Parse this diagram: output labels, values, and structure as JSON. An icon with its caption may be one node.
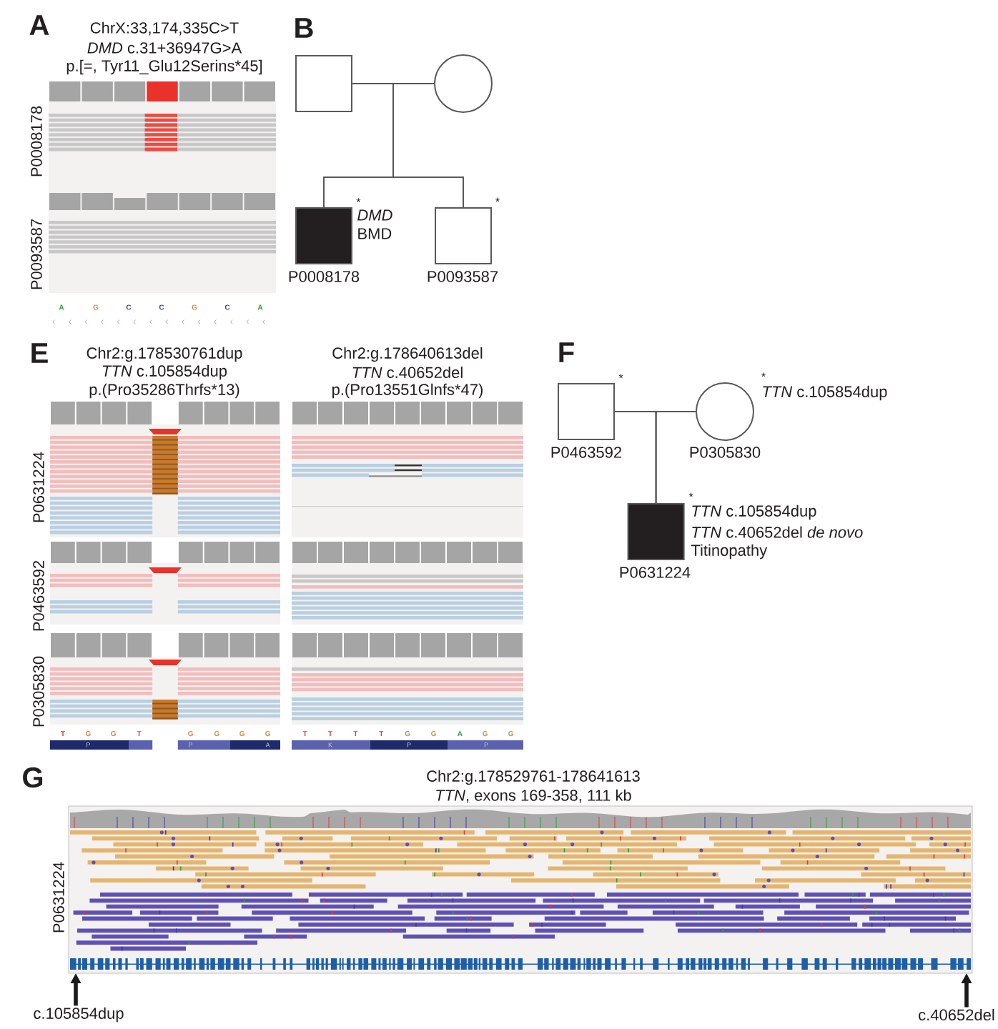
{
  "diagram": {
    "nodes": [
      {
        "text": [],
        "shape": "box"
      },
      {
        "text": [],
        "shape": "circle"
      },
      {
        "text": [
          "P0008178"
        ],
        "beside": [
          "*",
          "*DMD* BMD"
        ]
      },
      {
        "text": [
          "P0093587"
        ],
        "beside": [
          "*"
        ]
      },
      {
        "text": [
          "P0463592"
        ],
        "beside": [
          "*"
        ]
      },
      {
        "text": [
          "P0305830"
        ],
        "beside": [
          "*",
          "*TTN* c.105854dup"
        ]
      },
      {
        "text": [
          "P0631224"
        ],
        "beside": [
          "*",
          "*TTN* c.105854dup",
          "*TTN* c.40652del *de novo*",
          "Titinopathy"
        ]
      },
      {
        "text": [
          "c.105854dup"
        ]
      },
      {
        "text": [
          "c.40652del"
        ]
      },
      {
        "text": [],
        "shape": "picture"
      }
    ],
    "edges": [
      {
        "from": 0,
        "to": 1,
        "arrow": "none"
      },
      {
        "from": 0,
        "to": 2,
        "arrow": "none"
      },
      {
        "from": 1,
        "to": 2,
        "arrow": "none"
      },
      {
        "from": 0,
        "to": 3,
        "arrow": "none"
      },
      {
        "from": 1,
        "to": 3,
        "arrow": "none"
      },
      {
        "from": 4,
        "to": 5,
        "arrow": "none"
      },
      {
        "from": 4,
        "to": 6,
        "arrow": "none"
      },
      {
        "from": 5,
        "to": 6,
        "arrow": "none"
      },
      {
        "from": 7,
        "to": 9,
        "arrow": "to",
        "style": "thick",
        "color": "#1a1a1a"
      },
      {
        "from": 8,
        "to": 9,
        "arrow": "to",
        "style": "thick",
        "color": "#1a1a1a"
      }
    ],
    "labels": [
      "A",
      "ChrX:33,174,335C>T",
      "*DMD* c.31+36947G>A",
      "p.[=, Tyr11_Glu12Serins*45]",
      "P0008178",
      "P0093587",
      "A",
      "G",
      "C",
      "C",
      "G",
      "C",
      "A",
      "B",
      "E",
      "Chr2:g.178530761dup",
      "*TTN* c.105854dup",
      "p.(Pro35286Thrfs*13)",
      "Chr2:g.178640613del",
      "*TTN* c.40652del",
      "p.(Pro13551Glnfs*47)",
      "P0631224",
      "P0463592",
      "P0305830",
      "T",
      "G",
      "G",
      "T",
      "G",
      "G",
      "G",
      "G",
      "P",
      "P",
      "A",
      "T",
      "T",
      "T",
      "T",
      "G",
      "G",
      "A",
      "G",
      "G",
      "K",
      "P",
      "P",
      "F",
      "G",
      "Chr2:g.178529761-178641613",
      "*TTN*, exons 169-358, 111 kb",
      "P0631224"
    ]
  }
}
